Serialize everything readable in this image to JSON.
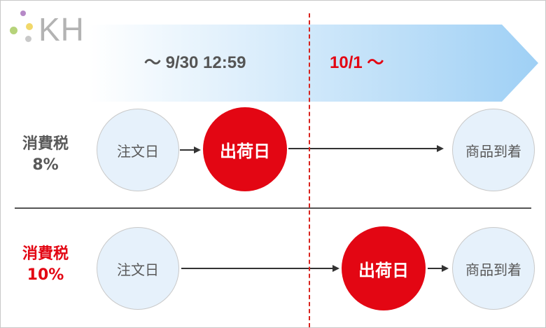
{
  "logo": {
    "text": "KH"
  },
  "timeline": {
    "period_before": "〜 9/30 12:59",
    "period_after": "10/1 〜"
  },
  "rows": [
    {
      "label_line1": "消費税",
      "label_line2": "8%",
      "order_date": "注文日",
      "ship_date": "出荷日",
      "arrival": "商品到着"
    },
    {
      "label_line1": "消費税",
      "label_line2": "10%",
      "order_date": "注文日",
      "ship_date": "出荷日",
      "arrival": "商品到着"
    }
  ],
  "colors": {
    "accent_red": "#e30613",
    "banner_start": "#ffffff",
    "banner_end": "#9fd0f5",
    "circle_fill": "#e6f1fb",
    "text_gray": "#595959"
  }
}
